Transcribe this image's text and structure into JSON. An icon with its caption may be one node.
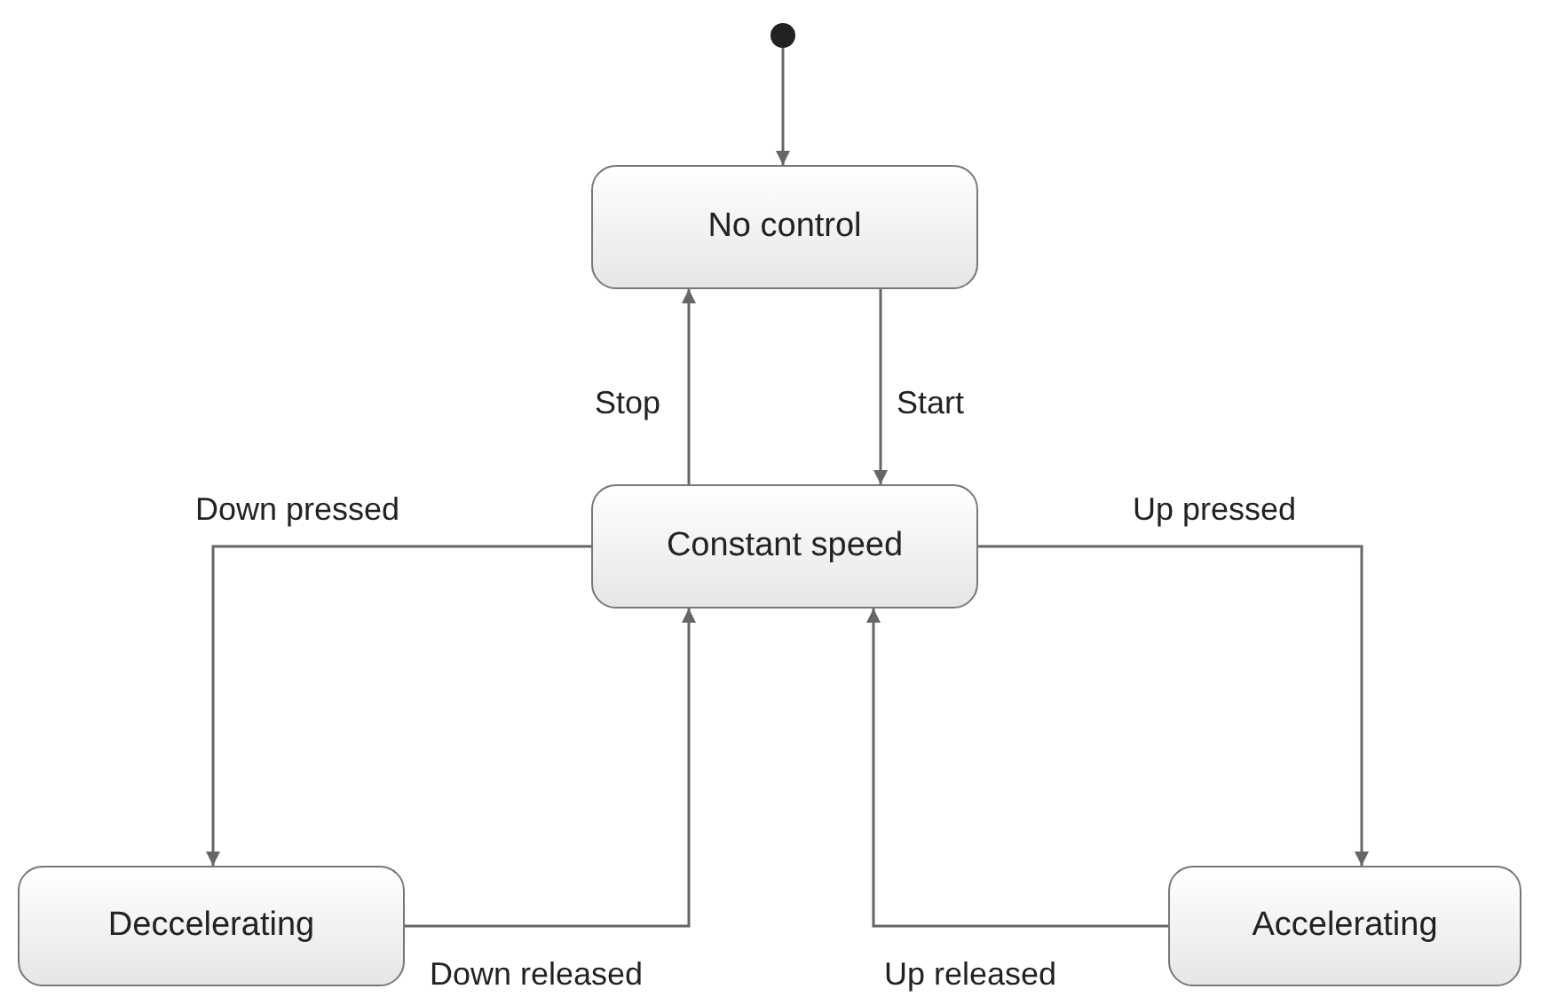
{
  "diagram": {
    "nodes": [
      {
        "text": [],
        "shape": "circle"
      },
      {
        "text": [
          "No control"
        ]
      },
      {
        "text": [
          "Constant speed"
        ]
      },
      {
        "text": [
          "Deccelerating"
        ]
      },
      {
        "text": [
          "Accelerating"
        ]
      }
    ],
    "edges": [
      {
        "from": 0,
        "to": 1,
        "arrow": "to"
      },
      {
        "from": 2,
        "to": 1,
        "arrow": "to",
        "label": "Stop"
      },
      {
        "from": 1,
        "to": 2,
        "arrow": "to",
        "label": "Start"
      },
      {
        "from": 2,
        "to": 3,
        "arrow": "to",
        "label": "Down pressed"
      },
      {
        "from": 3,
        "to": 2,
        "arrow": "to",
        "label": "Down released"
      },
      {
        "from": 2,
        "to": 4,
        "arrow": "to",
        "label": "Up pressed"
      },
      {
        "from": 4,
        "to": 2,
        "arrow": "to",
        "label": "Up released"
      }
    ]
  }
}
